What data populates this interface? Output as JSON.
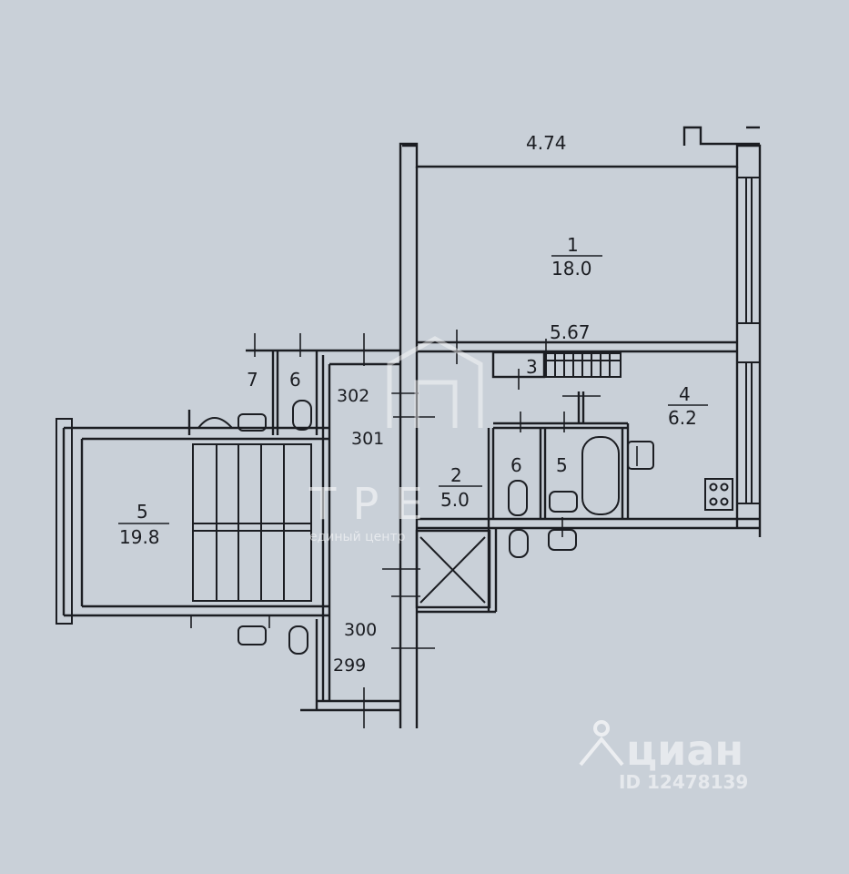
{
  "plan": {
    "dimensions": {
      "top_width": "4.74",
      "inner_width": "5.67"
    },
    "rooms": [
      {
        "number": "1",
        "area": "18.0"
      },
      {
        "number": "2",
        "area": "5.0"
      },
      {
        "number": "3"
      },
      {
        "number": "4",
        "area": "6.2"
      },
      {
        "number": "5",
        "area": ""
      },
      {
        "number": "6"
      }
    ],
    "stair_hall": {
      "number": "5",
      "area": "19.8"
    },
    "neighbour_rooms": {
      "seven": "7",
      "six": "6"
    },
    "apartment_numbers": [
      "302",
      "301",
      "300",
      "299"
    ]
  },
  "watermarks": {
    "agency_text": "ТРЕ",
    "agency_tagline": "единый центр",
    "portal_name": "циан",
    "listing_id": "ID 12478139"
  },
  "colors": {
    "paper": "#c9d0d8",
    "ink": "#1b1d22"
  }
}
